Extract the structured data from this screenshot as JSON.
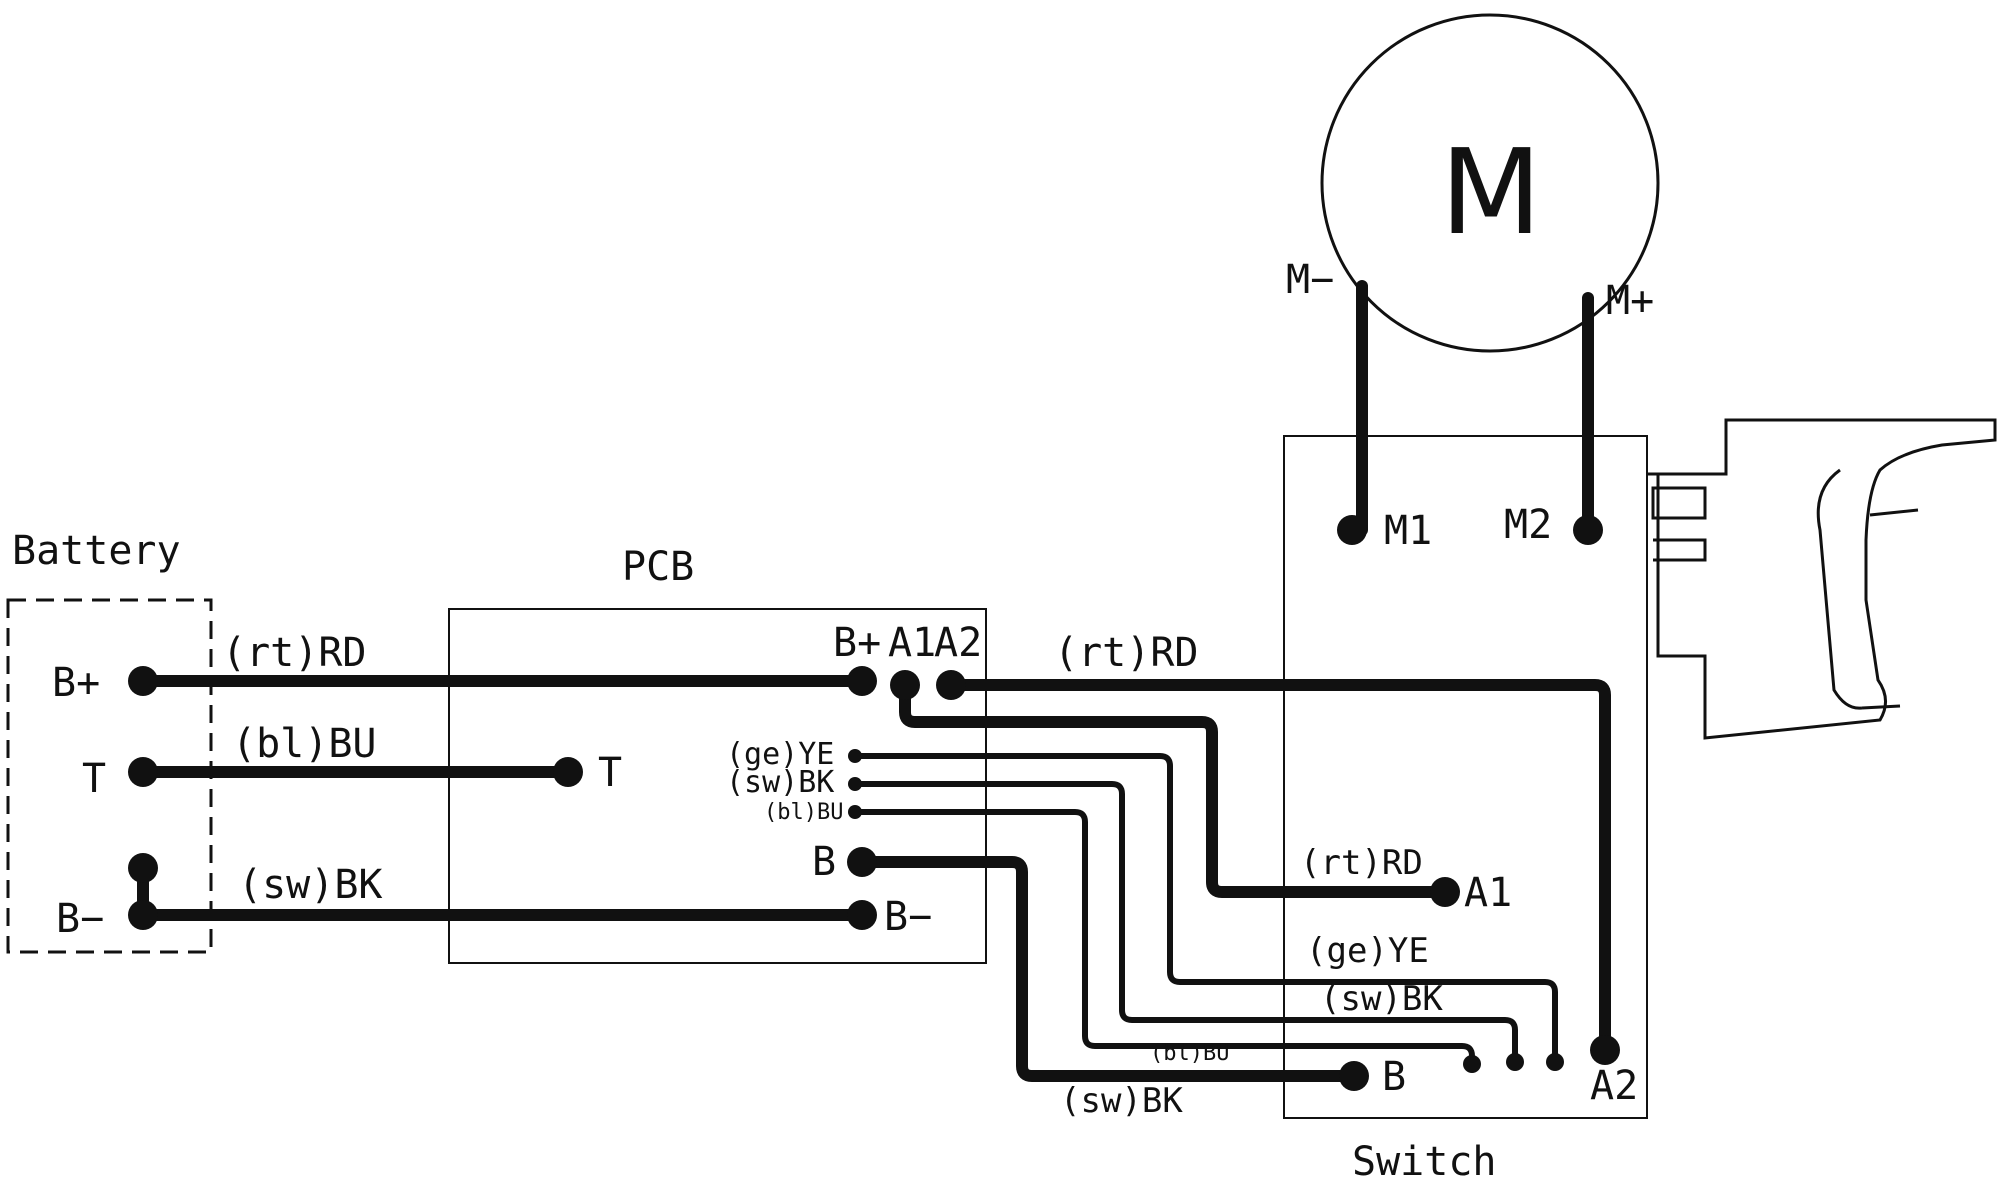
{
  "components": {
    "battery": "Battery",
    "pcb": "PCB",
    "switch": "Switch",
    "motor": "M"
  },
  "terminals": {
    "battery_bplus": "B+",
    "battery_t": "T",
    "battery_bminus": "B−",
    "pcb_bplus": "B+",
    "pcb_a1": "A1",
    "pcb_a2": "A2",
    "pcb_t": "T",
    "pcb_b": "B",
    "pcb_bminus": "B−",
    "motor_mminus": "M−",
    "motor_mplus": "M+",
    "switch_m1": "M1",
    "switch_m2": "M2",
    "switch_a1": "A1",
    "switch_a2": "A2",
    "switch_b": "B"
  },
  "wires": {
    "bplus_color": "(rt)RD",
    "t_color": "(bl)BU",
    "bminus_color": "(sw)BK",
    "a2_color": "(rt)RD",
    "pcb_ye": "(ge)YE",
    "pcb_bk": "(sw)BK",
    "pcb_bu": "(bl)BU",
    "switch_a1_color": "(rt)RD",
    "switch_ye": "(ge)YE",
    "switch_bk": "(sw)BK",
    "switch_bu": "(bl)BU",
    "switch_b_color": "(sw)BK"
  },
  "colors": {
    "line": "#111111",
    "background": "#ffffff"
  }
}
